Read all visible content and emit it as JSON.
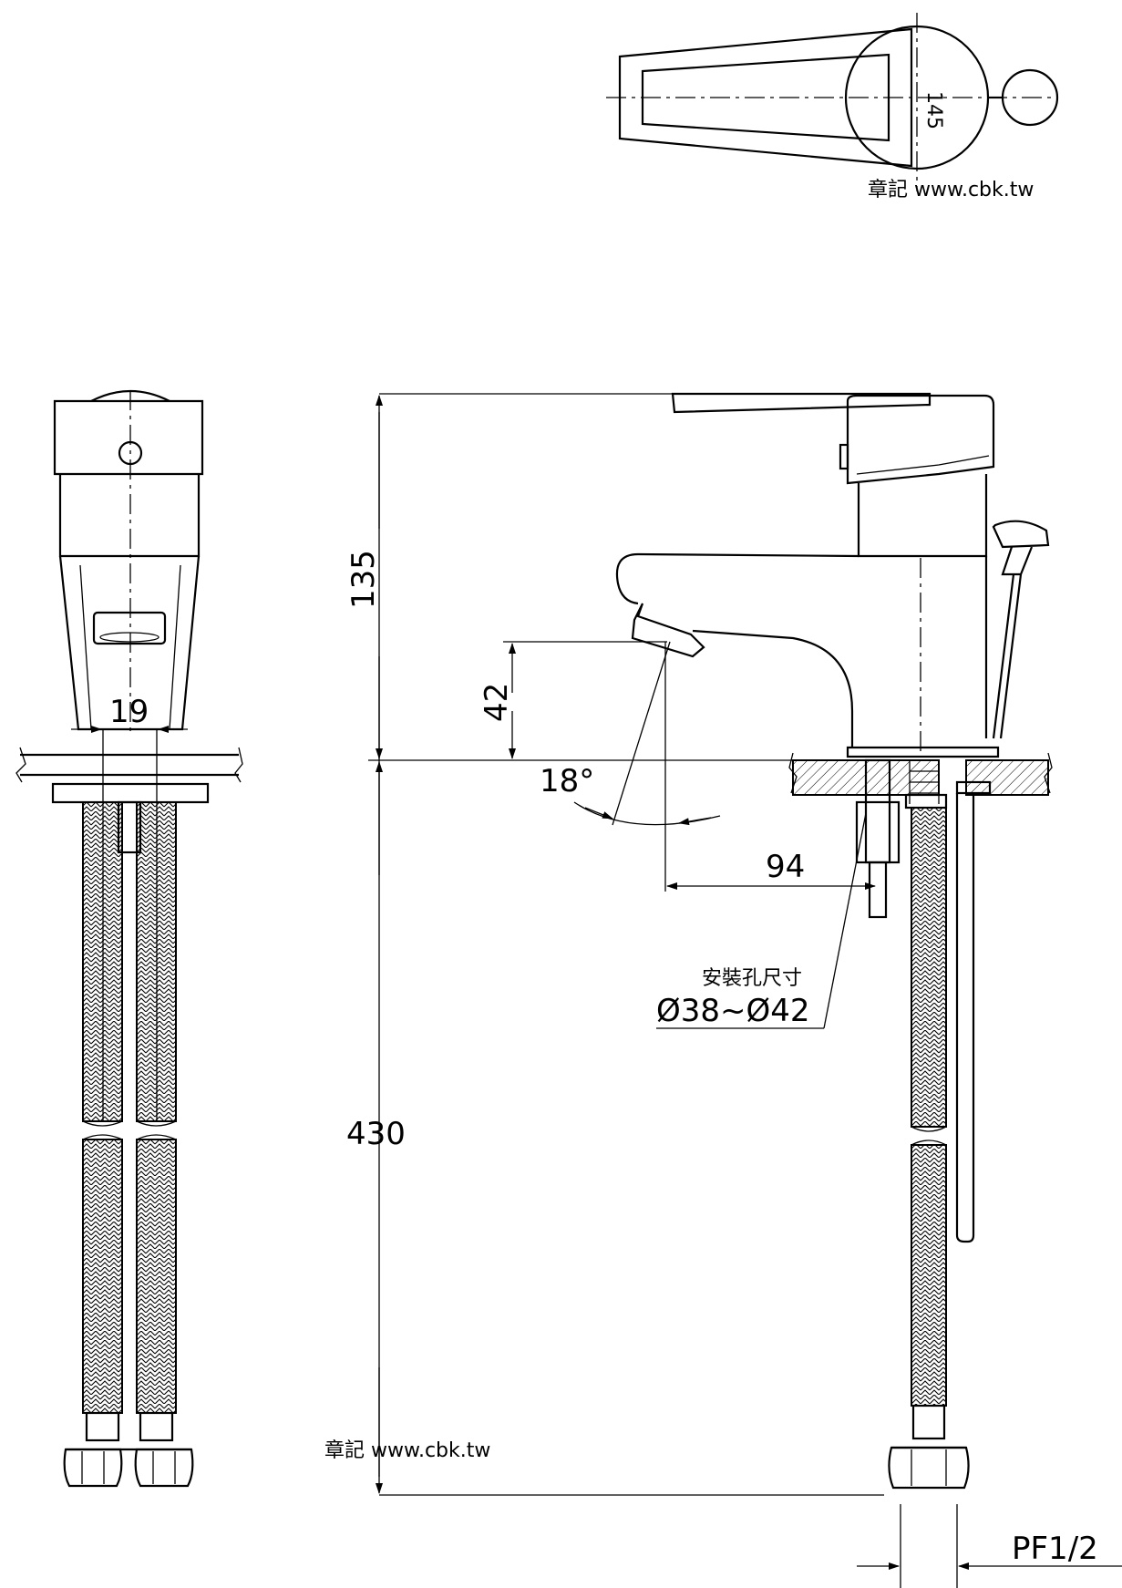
{
  "watermark_top": "章記 www.cbk.tw",
  "watermark_bottom": "章記 www.cbk.tw",
  "top_view": {
    "handle_mark": "145"
  },
  "dimensions": {
    "height_top": "135",
    "spout_height": "42",
    "spout_angle": "18°",
    "spout_reach": "94",
    "hose_spacing": "19",
    "hose_length": "430",
    "thread": "PF1/2"
  },
  "install_note": {
    "label": "安裝孔尺寸",
    "value": "Ø38~Ø42"
  }
}
